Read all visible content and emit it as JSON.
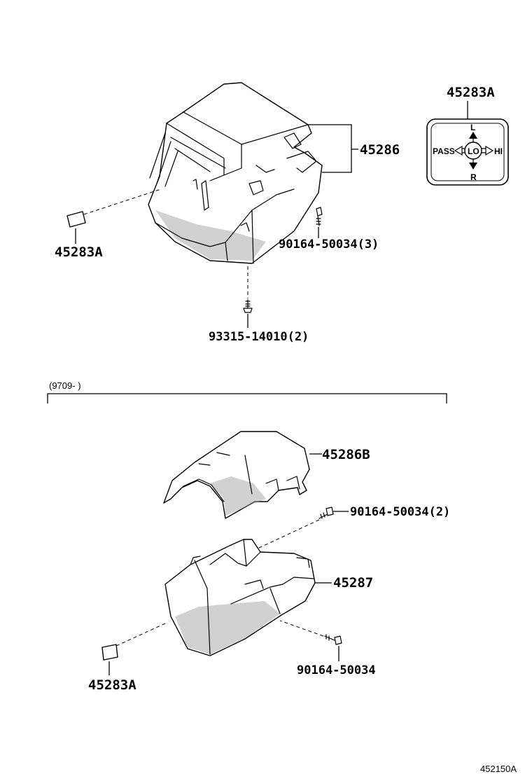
{
  "upper": {
    "parts": {
      "cover_upper": "45286",
      "plug_left": "45283A",
      "bolt_right": "90164-50034(3)",
      "screw_bottom": "93315-14010(2)"
    },
    "switch_label": {
      "part": "45283A",
      "left_text": "PASS",
      "center_text": "LO",
      "right_text": "HI",
      "top_text": "L",
      "bottom_text": "R"
    }
  },
  "lower": {
    "date_range": "(9709-       )",
    "parts": {
      "cover_upper": "45286B",
      "bolt_upper": "90164-50034(2)",
      "cover_lower": "45287",
      "plug": "45283A",
      "bolt_lower": "90164-50034"
    }
  },
  "figure_code": "452150A"
}
